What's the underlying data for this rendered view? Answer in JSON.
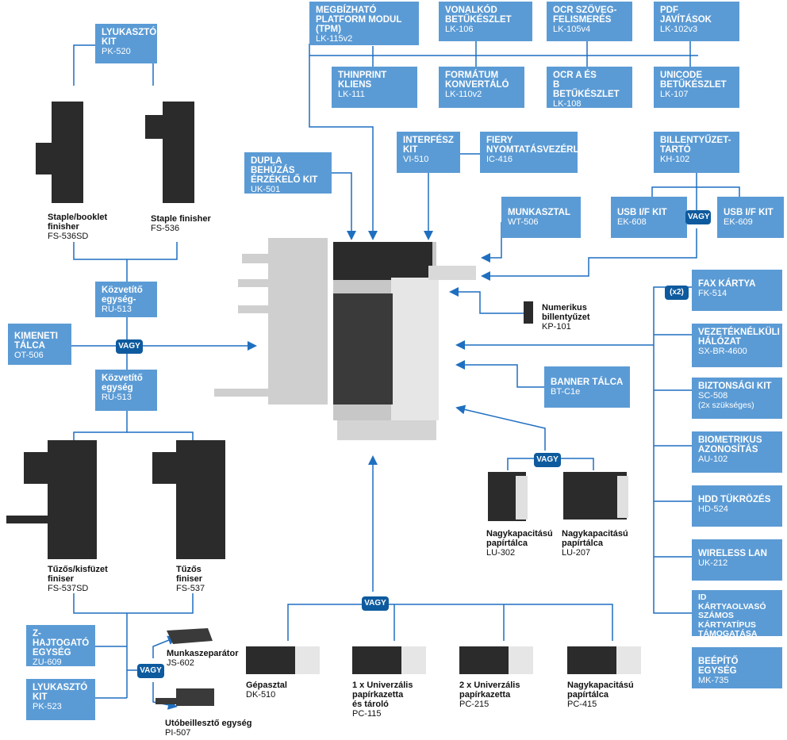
{
  "colors": {
    "box": "#5b9bd5",
    "badge": "#0e5a9e",
    "line": "#1f6fc0",
    "device": "#2b2b2b",
    "device_light": "#c9c9c9"
  },
  "boxes": {
    "tpm": {
      "title": "MEGBÍZHATÓ\nPLATFORM MODUL\n(TPM)",
      "code": "LK-115v2"
    },
    "barcode": {
      "title": "VONALKÓD\nBETŰKÉSZLET",
      "code": "LK-106"
    },
    "ocr_text": {
      "title": "OCR SZÖVEG-\nFELISMERÉS",
      "code": "LK-105v4"
    },
    "pdf": {
      "title": "PDF\nJAVÍTÁSOK",
      "code": "LK-102v3"
    },
    "thinprint": {
      "title": "THINPRINT\nKLIENS",
      "code": "LK-111"
    },
    "format": {
      "title": "FORMÁTUM\nKONVERTÁLÓ",
      "code": "LK-110v2"
    },
    "ocr_ab": {
      "title": "OCR A ÉS\nB BETŰKÉSZLET",
      "code": "LK-108"
    },
    "unicode": {
      "title": "UNICODE\nBETŰKÉSZLET",
      "code": "LK-107"
    },
    "interface": {
      "title": "INTERFÉSZ\nKIT",
      "code": "VI-510"
    },
    "fiery": {
      "title": "FIERY\nNYOMTATÁSVEZÉRLŐ",
      "code": "IC-416"
    },
    "keyboard_holder": {
      "title": "BILLENTYŰZET-\nTARTÓ",
      "code": "KH-102"
    },
    "dual_scan": {
      "title": "DUPLA BEHÚZÁS\nÉRZÉKELŐ KIT",
      "code": "UK-501"
    },
    "worktable": {
      "title": "MUNKASZTAL",
      "code": "WT-506"
    },
    "usb1": {
      "title": "USB I/F KIT",
      "code": "EK-608"
    },
    "usb2": {
      "title": "USB I/F KIT",
      "code": "EK-609"
    },
    "hole_top": {
      "title": "LYUKASZTÓ\nKIT",
      "code": "PK-520"
    },
    "relay1": {
      "title": "Közvetítő\negység-",
      "code": "RU-513"
    },
    "output_tray": {
      "title": "KIMENETI\nTÁLCA",
      "code": "OT-506"
    },
    "relay2": {
      "title": "Közvetítő\negység",
      "code": "RU-513"
    },
    "fax": {
      "title": "FAX KÁRTYA",
      "code": "FK-514"
    },
    "wlan_net": {
      "title": "VEZETÉKNÉLKÜLI\nHÁLÓZAT",
      "code": "SX-BR-4600"
    },
    "security": {
      "title": "BIZTONSÁGI KIT",
      "code": "SC-508",
      "note": "(2x szükséges)"
    },
    "biometric": {
      "title": "BIOMETRIKUS\nAZONOSÍTÁS",
      "code": "AU-102"
    },
    "hdd": {
      "title": "HDD TÜKRÖZÉS",
      "code": "HD-524"
    },
    "wireless": {
      "title": "WIRELESS LAN",
      "code": "UK-212"
    },
    "idcard": {
      "title": "ID KÁRTYAOLVASÓ\nSZÁMOS\nKÁRTYATÍPUS\nTÁMOGATÁSA",
      "code": ""
    },
    "mount": {
      "title": "BEÉPÍTŐ EGYSÉG",
      "code": "MK-735"
    },
    "banner": {
      "title": "BANNER TÁLCA",
      "code": "BT-C1e"
    },
    "zfold": {
      "title": "Z-HAJTOGATÓ\nEGYSÉG",
      "code": "ZU-609"
    },
    "hole_bottom": {
      "title": "LYUKASZTÓ\nKIT",
      "code": "PK-523"
    }
  },
  "badges": {
    "vagy": "VAGY",
    "x2": "(x2)"
  },
  "labels": {
    "fs536sd": {
      "title": "Staple/booklet\nfinisher",
      "code": "FS-536SD"
    },
    "fs536": {
      "title": "Staple finisher",
      "code": "FS-536"
    },
    "fs537sd": {
      "title": "Tűzős/kisfüzet\nfiniser",
      "code": "FS-537SD"
    },
    "fs537": {
      "title": "Tűzős\nfiniser",
      "code": "FS-537"
    },
    "keypad": {
      "title": "Numerikus\nbillentyűzet",
      "code": "KP-101"
    },
    "lu302": {
      "title": "Nagykapacitású\npapírtálca",
      "code": "LU-302"
    },
    "lu207": {
      "title": "Nagykapacitású\npapírtálca",
      "code": "LU-207"
    },
    "js602": {
      "title": "Munkaszeparátor",
      "code": "JS-602"
    },
    "pi507": {
      "title": "Utóbeillesztő egység",
      "code": "PI-507"
    },
    "dk510": {
      "title": "Gépasztal",
      "code": "DK-510"
    },
    "pc115": {
      "title": "1 x Univerzális\npapírkazetta\nés tároló",
      "code": "PC-115"
    },
    "pc215": {
      "title": "2 x Univerzális\npapírkazetta",
      "code": "PC-215"
    },
    "pc415": {
      "title": "Nagykapacitású\npapírtálca",
      "code": "PC-415"
    }
  }
}
